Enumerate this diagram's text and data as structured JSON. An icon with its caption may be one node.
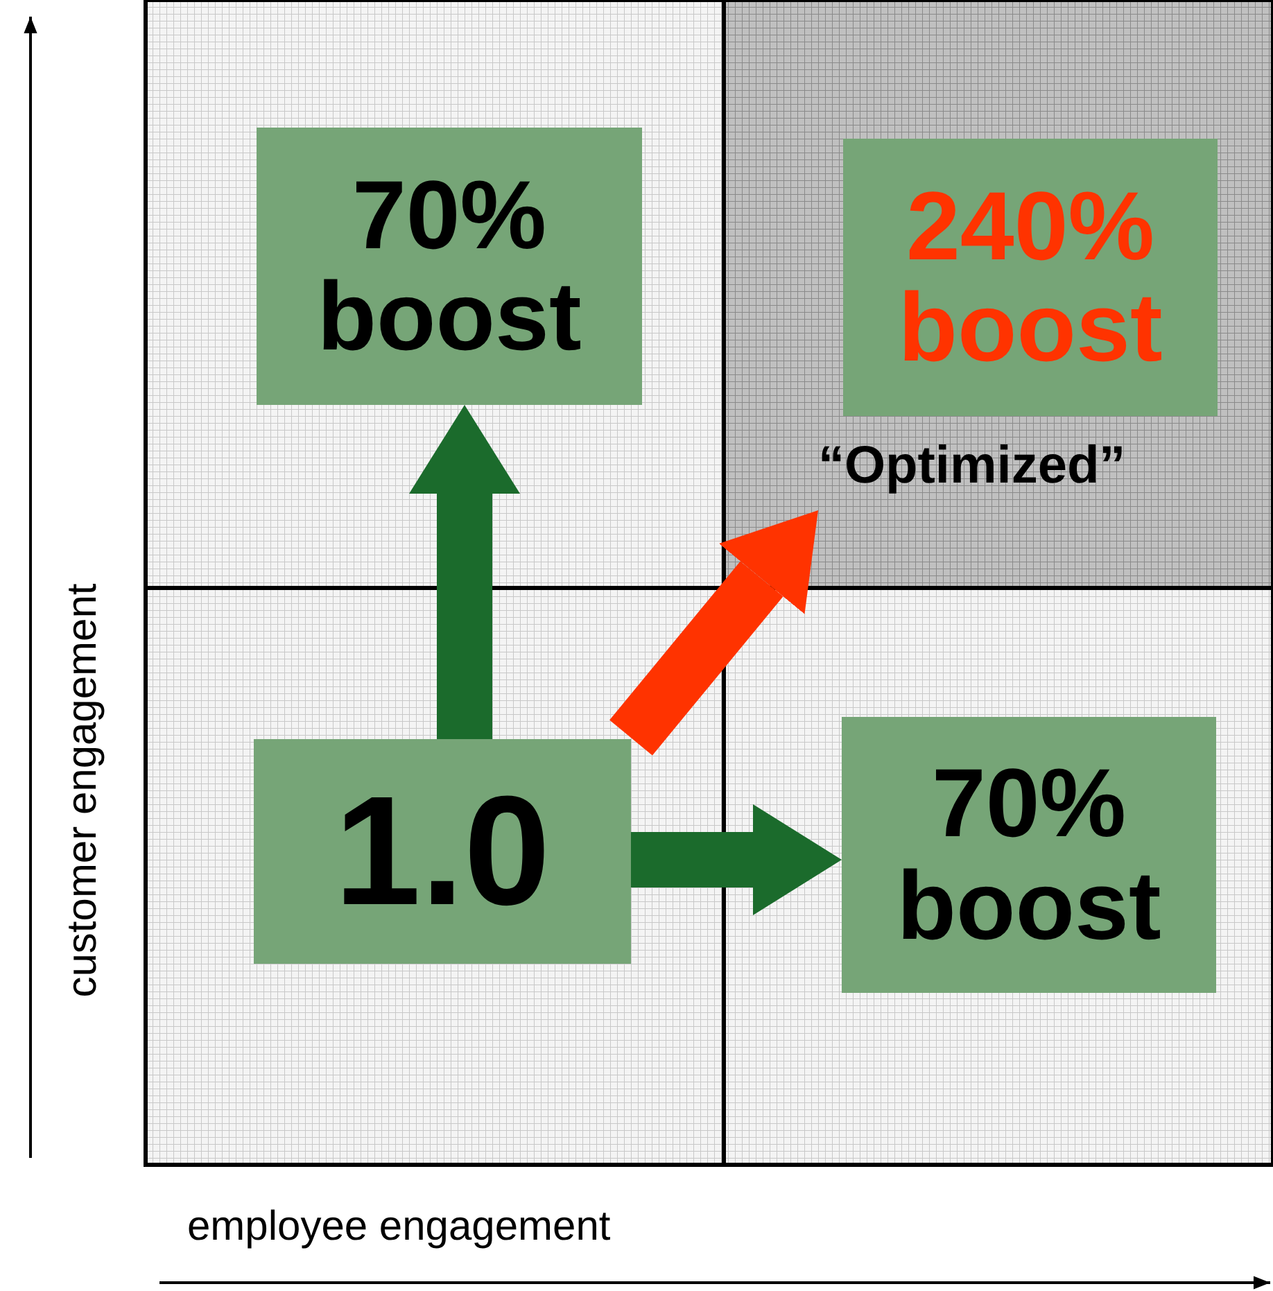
{
  "diagram": {
    "nodes": [
      {
        "text": [
          "70% boost"
        ]
      },
      {
        "text": [
          "240% boost"
        ],
        "beside": [
          "“Optimized”"
        ]
      },
      {
        "text": [
          "1.0"
        ]
      },
      {
        "text": [
          "70% boost"
        ]
      }
    ],
    "edges": [
      {
        "from": 2,
        "to": 0,
        "arrow": "to"
      },
      {
        "from": 2,
        "to": 1,
        "arrow": "to",
        "color": "#ff3300"
      },
      {
        "from": 2,
        "to": 3,
        "arrow": "to"
      }
    ],
    "labels": [
      "customer engagement",
      "employee engagement"
    ]
  }
}
